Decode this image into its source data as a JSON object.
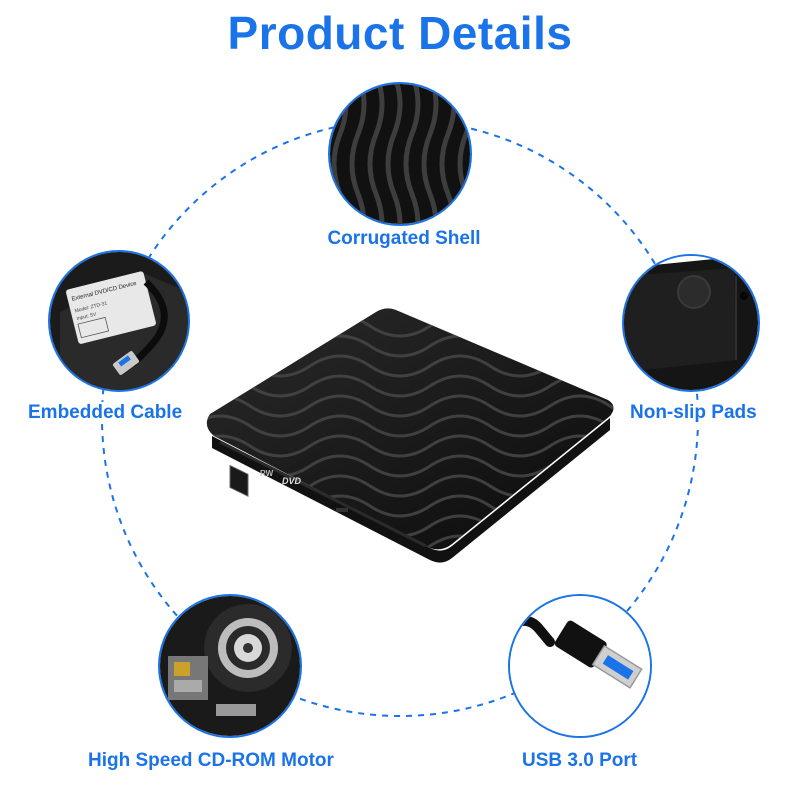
{
  "title": "Product Details",
  "accent_color": "#1a73e8",
  "features": [
    {
      "label": "Corrugated Shell",
      "icon": "corrugated-shell-closeup"
    },
    {
      "label": "Embedded Cable",
      "icon": "embedded-cable-underside"
    },
    {
      "label": "Non-slip Pads",
      "icon": "non-slip-pad-corner"
    },
    {
      "label": "High Speed CD-ROM Motor",
      "icon": "cd-rom-motor"
    },
    {
      "label": "USB 3.0 Port",
      "icon": "usb-3-connector"
    }
  ],
  "cable_sticker": {
    "heading": "External DVD/CD Device",
    "lines": [
      "Model: ZTD-31",
      "Input: 5V"
    ]
  },
  "drive_logos": [
    "DVD",
    "RW"
  ]
}
